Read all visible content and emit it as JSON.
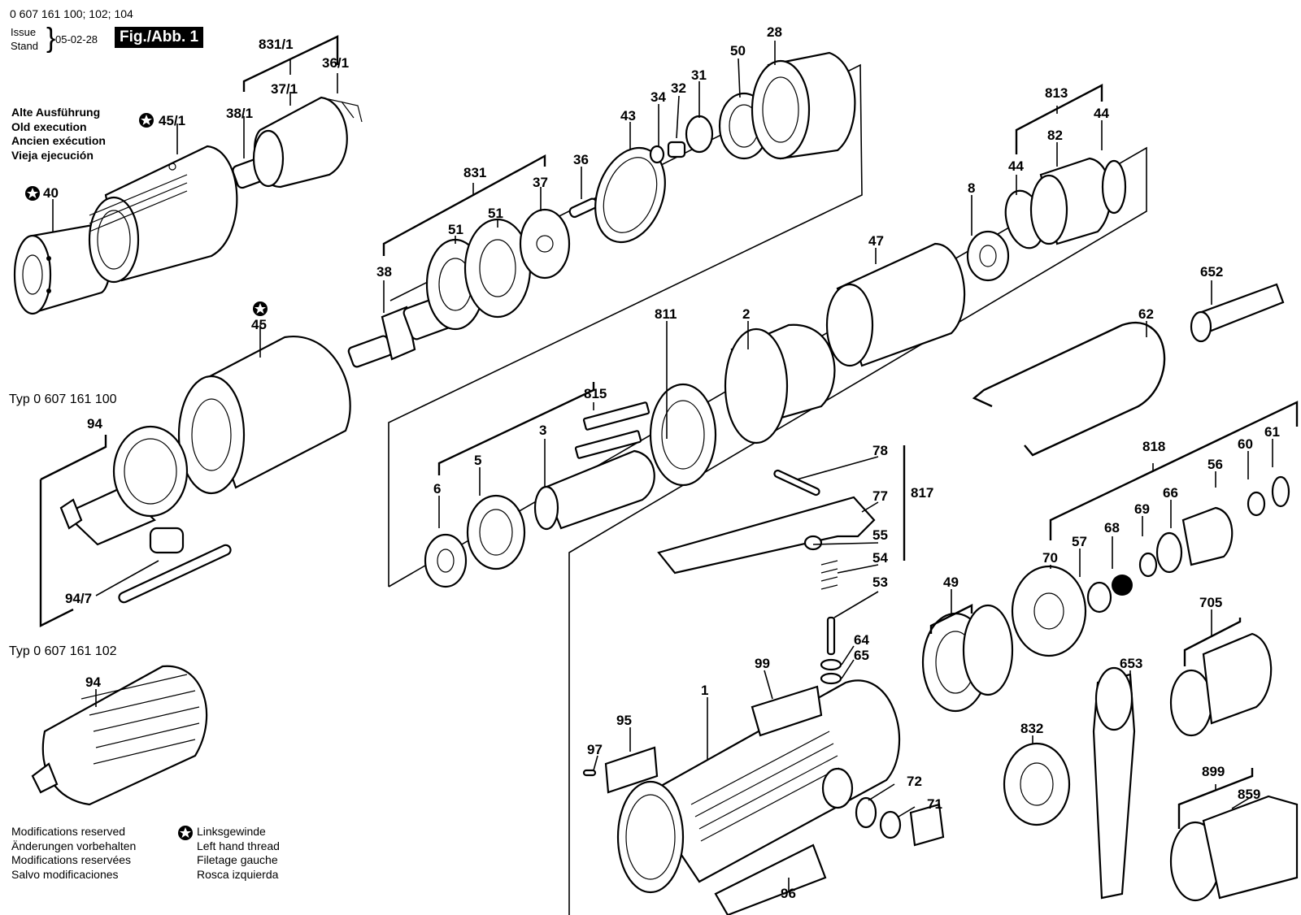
{
  "header": {
    "part_numbers": "0 607 161 100; 102; 104",
    "issue_label": "Issue",
    "stand_label": "Stand",
    "date": "05-02-28",
    "figure": "Fig./Abb. 1"
  },
  "old_execution": {
    "lines": [
      "Alte Ausführung",
      "Old execution",
      "Ancien exécution",
      "Vieja ejecución"
    ]
  },
  "types": {
    "typ_100": "Typ 0 607 161 100",
    "typ_102": "Typ 0 607 161 102"
  },
  "footer": {
    "modifications": [
      "Modifications reserved",
      "Änderungen vorbehalten",
      "Modifications reservées",
      "Salvo modificaciones"
    ],
    "thread": [
      "Linksgewinde",
      "Left hand thread",
      "Filetage gauche",
      "Rosca izquierda"
    ]
  },
  "symbols": {
    "left_hand_thread": "star-in-circle-icon"
  },
  "callouts": {
    "c831_1": "831/1",
    "c36_1": "36/1",
    "c37_1": "37/1",
    "c38_1": "38/1",
    "c45_1": "45/1",
    "c40": "40",
    "c45": "45",
    "c831": "831",
    "c51a": "51",
    "c51b": "51",
    "c37": "37",
    "c36": "36",
    "c38": "38",
    "c43": "43",
    "c34": "34",
    "c32": "32",
    "c31": "31",
    "c50": "50",
    "c28": "28",
    "c813": "813",
    "c44a": "44",
    "c44b": "44",
    "c82": "82",
    "c8": "8",
    "c47": "47",
    "c652": "652",
    "c62": "62",
    "c811": "811",
    "c2": "2",
    "c815": "815",
    "c3": "3",
    "c5": "5",
    "c6": "6",
    "c78": "78",
    "c77": "77",
    "c817": "817",
    "c55": "55",
    "c54": "54",
    "c53": "53",
    "c818": "818",
    "c60": "60",
    "c61": "61",
    "c56": "56",
    "c66": "66",
    "c69": "69",
    "c68": "68",
    "c57": "57",
    "c70": "70",
    "c49": "49",
    "c705": "705",
    "c653": "653",
    "c832": "832",
    "c899": "899",
    "c859": "859",
    "c64": "64",
    "c65": "65",
    "c99": "99",
    "c1": "1",
    "c97": "97",
    "c95": "95",
    "c72": "72",
    "c71": "71",
    "c96": "96",
    "c94a": "94",
    "c94_7": "94/7",
    "c94b": "94"
  }
}
